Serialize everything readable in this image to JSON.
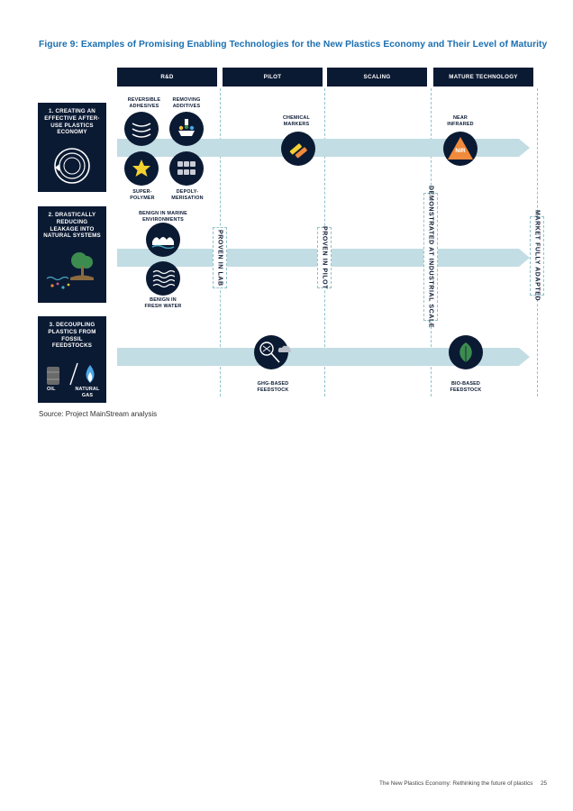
{
  "figure": {
    "title": "Figure 9: Examples of Promising Enabling Technologies for the New Plastics Economy and Their Level of Maturity"
  },
  "stages": [
    "R&D",
    "PILOT",
    "SCALING",
    "MATURE TECHNOLOGY"
  ],
  "milestones": [
    "PROVEN IN LAB",
    "PROVEN IN PILOT",
    "DEMONSTRATED AT INDUSTRIAL SCALE",
    "MARKET FULLY ADAPTED"
  ],
  "rows": [
    {
      "label": "1. CREATING AN EFFECTIVE AFTER-USE PLASTICS ECONOMY"
    },
    {
      "label": "2. DRASTICALLY REDUCING LEAKAGE INTO NATURAL SYSTEMS"
    },
    {
      "label": "3. DECOUPLING PLASTICS FROM FOSSIL FEEDSTOCKS",
      "sub_labels": [
        "OIL",
        "NATURAL GAS"
      ]
    }
  ],
  "technologies": {
    "reversible_adhesives": "REVERSIBLE ADHESIVES",
    "removing_additives": "REMOVING ADDITIVES",
    "super_polymer": "SUPER-POLYMER",
    "depolymerisation": "DEPOLY-MERISATION",
    "chemical_markers": "CHEMICAL MARKERS",
    "near_infrared": "NEAR INFRARED",
    "nir_badge": "NIR",
    "benign_marine": "BENIGN IN MARINE ENVIRONMENTS",
    "benign_fresh": "BENIGN IN FRESH WATER",
    "ghg_feedstock": "GHG-BASED FEEDSTOCK",
    "bio_feedstock": "BIO-BASED FEEDSTOCK"
  },
  "source": "Source: Project MainStream analysis",
  "footer": {
    "text": "The New Plastics Economy: Rethinking the future of plastics",
    "page": "25"
  },
  "colors": {
    "navy": "#0b1a33",
    "band": "#c2dde3",
    "title_blue": "#1a6fb0",
    "nir_orange": "#f08a3c",
    "leaf_green": "#3c8c4f"
  }
}
